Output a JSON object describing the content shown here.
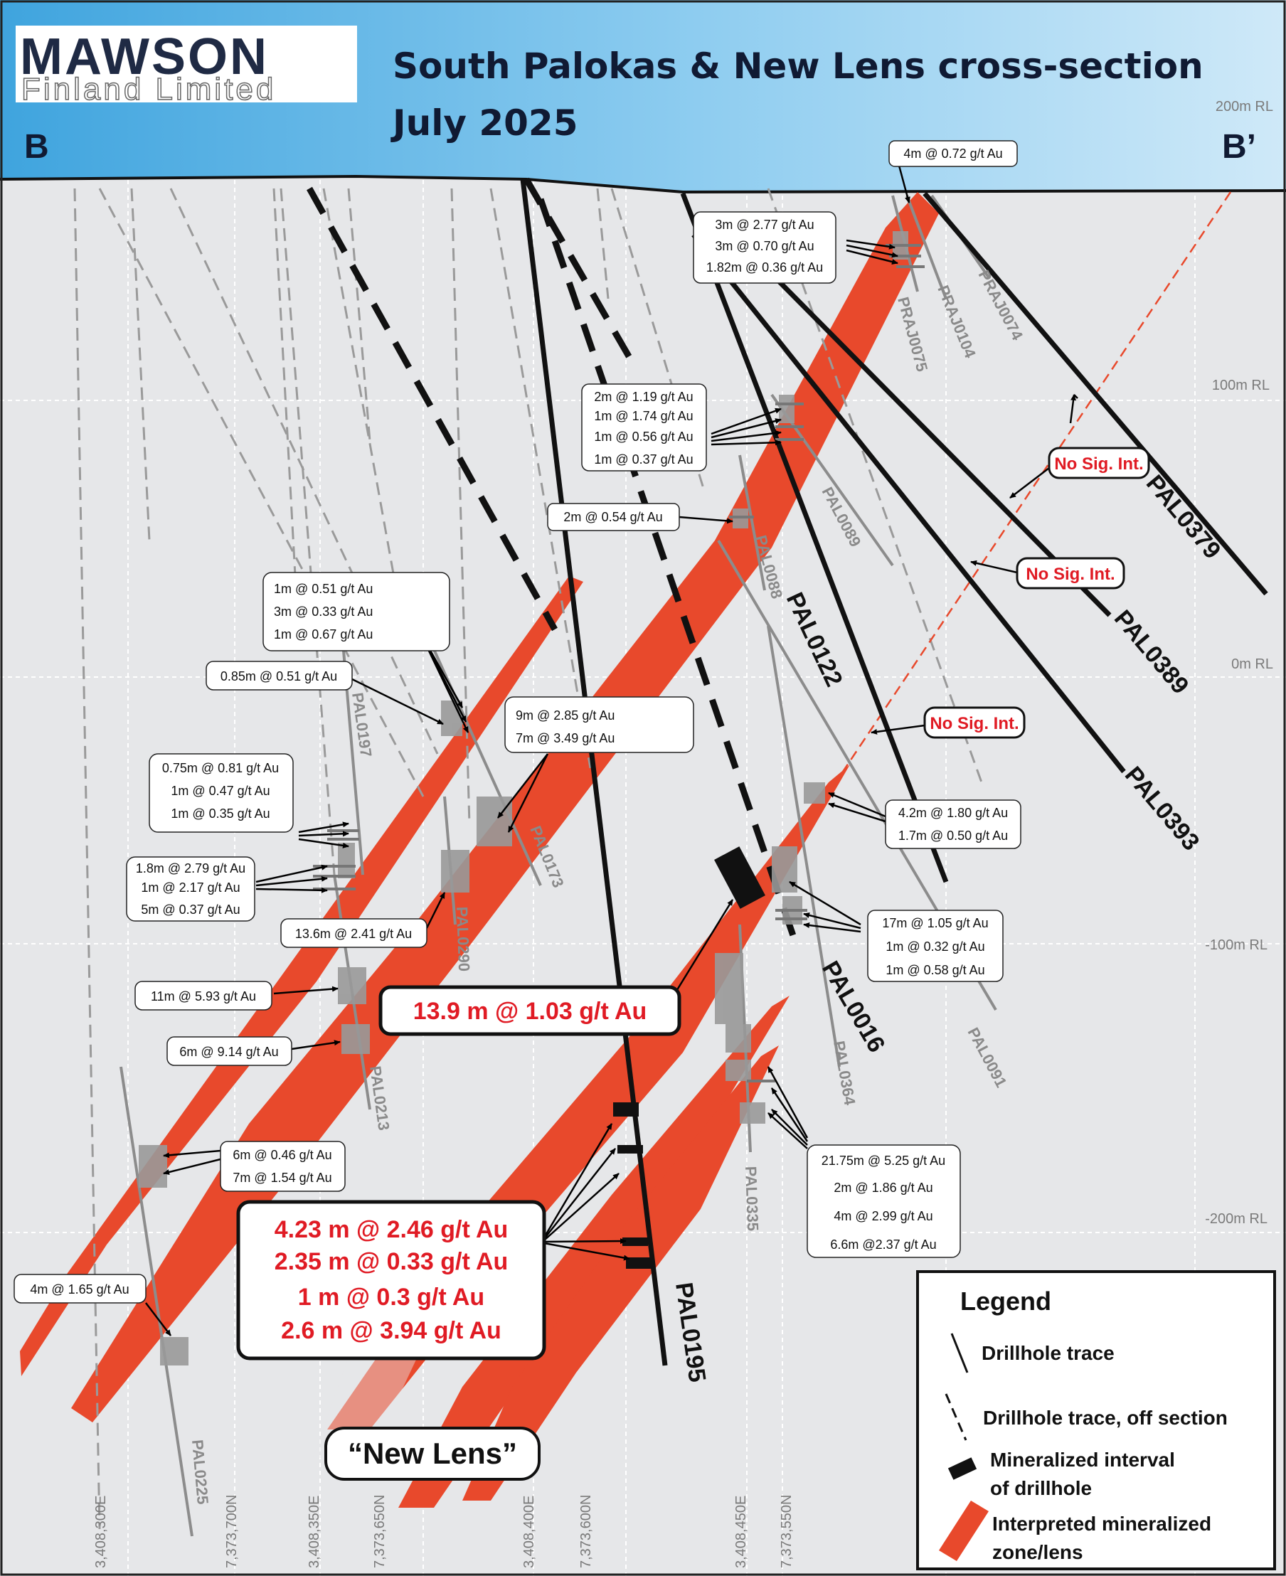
{
  "header": {
    "logo_main": "MAWSON",
    "logo_sub": "Finland Limited",
    "title_line1": "South Palokas & New Lens cross-section",
    "title_line2": "July 2025",
    "section_start": "B",
    "section_end": "B’"
  },
  "rl_labels": [
    "200m RL",
    "100m RL",
    "0m RL",
    "-100m RL",
    "-200m RL"
  ],
  "coord_labels": [
    "3,408,300E",
    "7,373,700N",
    "3,408,350E",
    "7,373,650N",
    "3,408,400E",
    "7,373,600N",
    "3,408,450E",
    "7,373,550N"
  ],
  "hole_labels": {
    "solid_bold": [
      "PAL0379",
      "PAL0389",
      "PAL0393",
      "PAL0122",
      "PAL0016",
      "PAL0195"
    ],
    "grey": [
      "PRAJ0075",
      "PRAJ0104",
      "PRAJ0074",
      "PAL0089",
      "PAL0088",
      "PAL0197",
      "PAL0173",
      "PAL0290",
      "PAL0213",
      "PAL0364",
      "PAL0335",
      "PAL0091",
      "PAL0225"
    ]
  },
  "no_sig": "No Sig. Int.",
  "intercepts": {
    "praj_top": "4m @ 0.72 g/t Au",
    "praj_group": [
      "3m @ 2.77 g/t Au",
      "3m @ 0.70 g/t Au",
      "1.82m @ 0.36 g/t Au"
    ],
    "pal0088_group": [
      "2m @ 1.19 g/t Au",
      "1m @ 1.74 g/t Au",
      "1m @ 0.56 g/t Au",
      "1m @ 0.37 g/t Au"
    ],
    "pal0088_single": "2m @ 0.54 g/t Au",
    "pal0197_group": [
      "1m @ 0.51 g/t Au",
      "3m @ 0.33 g/t Au",
      "1m @ 0.67 g/t Au"
    ],
    "pal0197_single": "0.85m @ 0.51 g/t Au",
    "pal0173_group": [
      "9m @ 2.85 g/t Au",
      "7m @ 3.49 g/t Au"
    ],
    "left_group_a": [
      "0.75m @ 0.81 g/t Au",
      "1m @ 0.47 g/t Au",
      "1m @ 0.35 g/t Au"
    ],
    "left_group_b": [
      "1.8m @ 2.79 g/t Au",
      "1m @ 2.17 g/t Au",
      "5m @ 0.37 g/t Au"
    ],
    "pal0290_single": "13.6m @ 2.41 g/t Au",
    "pal0213_a": "11m @ 5.93 g/t Au",
    "pal0213_b": "6m @ 9.14 g/t Au",
    "pal0091_group_a": [
      "4.2m @ 1.80 g/t Au",
      "1.7m @ 0.50 g/t Au"
    ],
    "pal0091_group_b": [
      "17m @ 1.05 g/t Au",
      "1m @ 0.32 g/t Au",
      "1m @ 0.58 g/t Au"
    ],
    "pal0016_highlight": "13.9 m @ 1.03 g/t Au",
    "pal0225_group": [
      "6m @ 0.46 g/t Au",
      "7m @ 1.54 g/t Au"
    ],
    "pal0225_single": "4m @ 1.65 g/t Au",
    "pal0335_group": [
      "21.75m @ 5.25 g/t Au",
      "2m @ 1.86 g/t Au",
      "4m @ 2.99 g/t Au",
      "6.6m @2.37 g/t Au"
    ],
    "pal0195_highlight": [
      "4.23 m @ 2.46 g/t Au",
      "2.35 m @ 0.33 g/t Au",
      "1 m @ 0.3 g/t Au",
      "2.6 m @ 3.94 g/t Au"
    ]
  },
  "new_lens_label": "“New Lens”",
  "legend": {
    "title": "Legend",
    "items": [
      "Drillhole trace",
      "Drillhole trace, off section",
      "Mineralized interval",
      "of drillhole",
      "Interpreted mineralized",
      "zone/lens"
    ]
  },
  "colors": {
    "lens": "#e8492c",
    "sky": "#7cc4ec",
    "highlight_text": "#e01b24",
    "background": "#e6e7e9"
  }
}
